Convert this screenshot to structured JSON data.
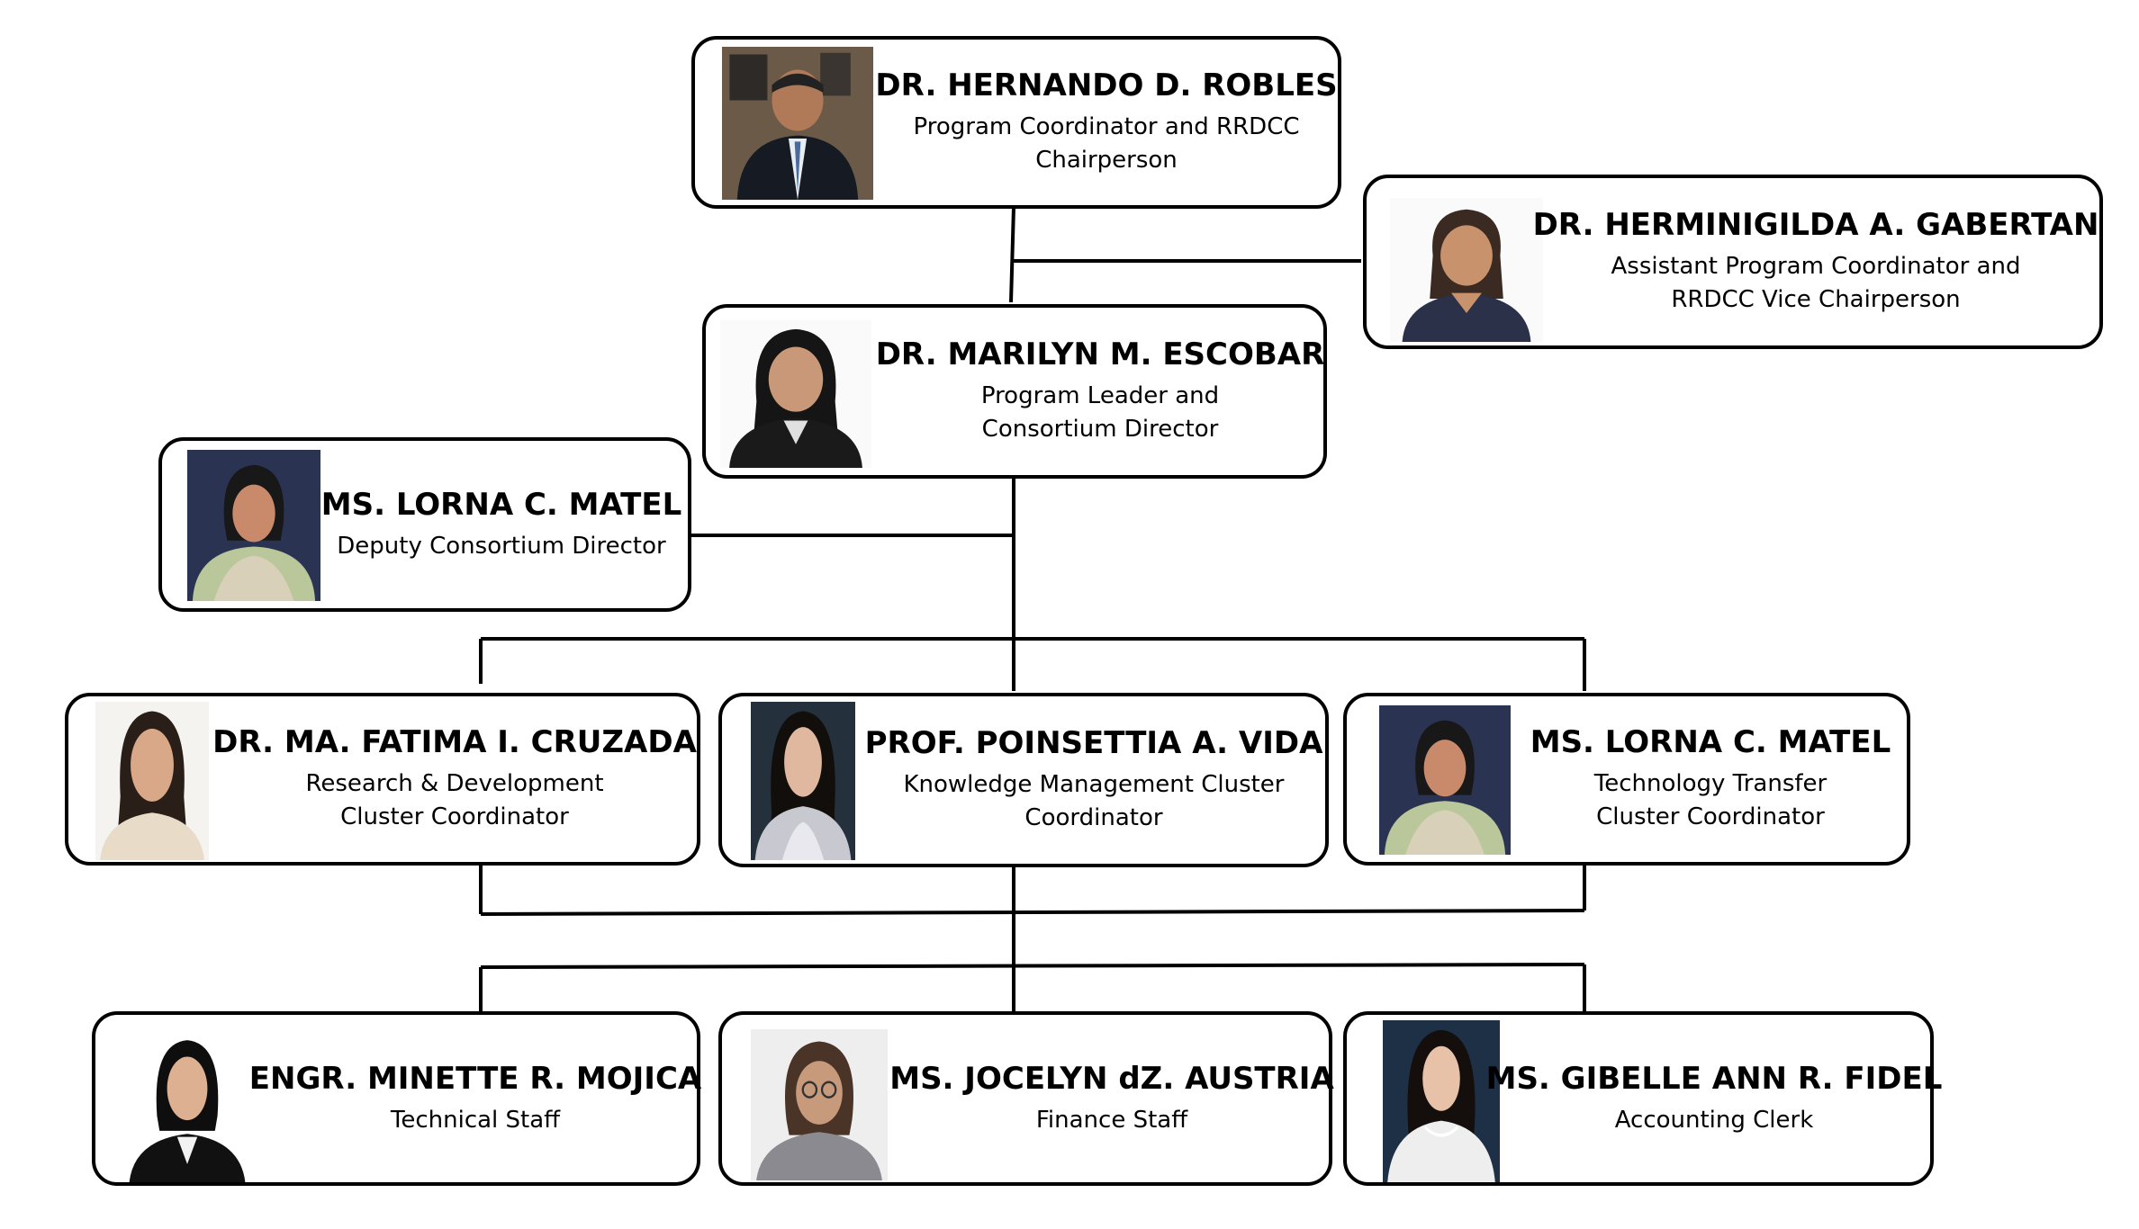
{
  "people": [
    {
      "name": "DR. HERNANDO D. ROBLES",
      "role": [
        "Program Coordinator and RRDCC",
        "Chairperson"
      ],
      "photo": "man-in-suit-photo"
    },
    {
      "name": "DR. HERMINIGILDA A. GABERTAN",
      "role": [
        "Assistant Program Coordinator and",
        "RRDCC Vice Chairperson"
      ],
      "photo": "woman-portrait-photo"
    },
    {
      "name": "DR. MARILYN M. ESCOBAR",
      "role": [
        "Program Leader and",
        "Consortium Director"
      ],
      "photo": "woman-in-blazer-photo"
    },
    {
      "name": "MS. LORNA C. MATEL",
      "role": [
        "Deputy Consortium Director"
      ],
      "photo": "woman-in-filipiniana-photo"
    },
    {
      "name": "DR. MA. FATIMA I. CRUZADA",
      "role": [
        "Research & Development",
        "Cluster Coordinator"
      ],
      "photo": "woman-portrait-photo"
    },
    {
      "name": "PROF. POINSETTIA A. VIDA",
      "role": [
        "Knowledge Management Cluster",
        "Coordinator"
      ],
      "photo": "woman-portrait-photo"
    },
    {
      "name": "MS. LORNA C. MATEL",
      "role": [
        "Technology Transfer",
        "Cluster Coordinator"
      ],
      "photo": "woman-in-filipiniana-photo"
    },
    {
      "name": "ENGR. MINETTE R. MOJICA",
      "role": [
        "Technical Staff"
      ],
      "photo": "woman-in-blazer-photo"
    },
    {
      "name": "MS. JOCELYN dZ. AUSTRIA",
      "role": [
        "Finance Staff"
      ],
      "photo": "woman-with-glasses-photo"
    },
    {
      "name": "MS. GIBELLE ANN R. FIDEL",
      "role": [
        "Accounting Clerk"
      ],
      "photo": "woman-in-white-gown-photo"
    }
  ],
  "colors": {
    "line": "#000000",
    "border": "#000000",
    "photo_bg": "#7c8a99"
  }
}
